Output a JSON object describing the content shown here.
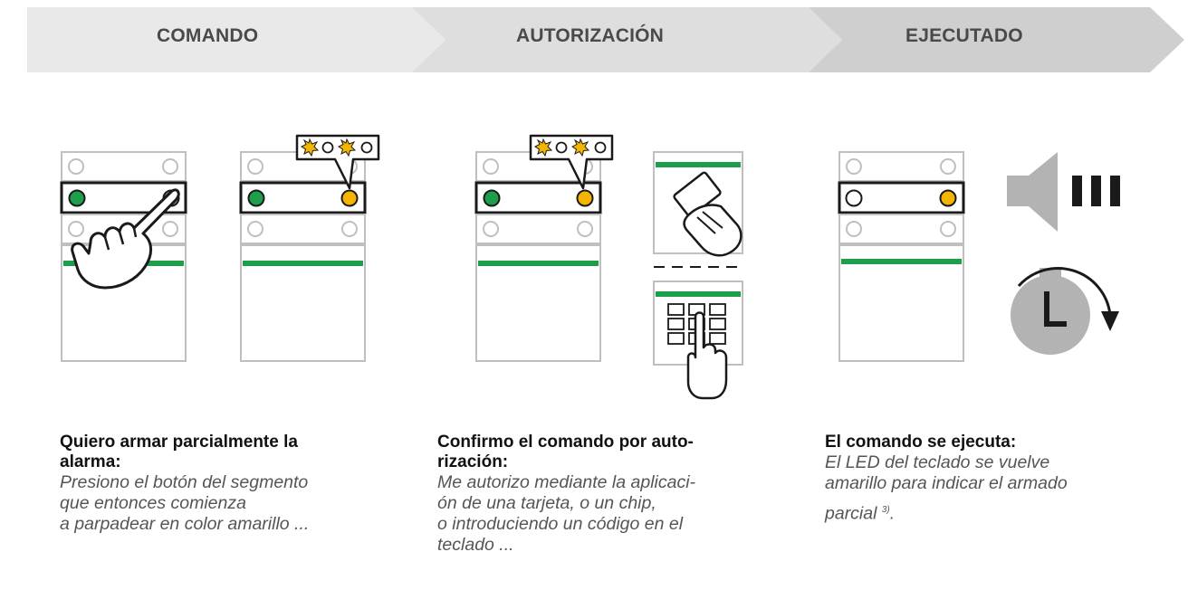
{
  "steps": [
    {
      "label": "COMANDO"
    },
    {
      "label": "AUTORIZACIÓN"
    },
    {
      "label": "EJECUTADO"
    }
  ],
  "colors": {
    "banner_1": "#e9e9e9",
    "banner_2": "#dedede",
    "banner_3": "#cfcfcf",
    "led_green": "#1e9e4a",
    "led_yellow": "#f5b400",
    "status_bar": "#1e9e4a",
    "panel_outline": "#bfbfbf",
    "icon_gray": "#b3b3b3"
  },
  "icons": [
    "finger-press-icon",
    "blinking-led-callout-icon",
    "card-reader-icon",
    "keypad-icon",
    "speaker-icon",
    "stopwatch-icon"
  ],
  "descriptions": [
    {
      "heading": [
        "Quiero armar parcialmente la",
        "alarma:"
      ],
      "body": [
        "Presiono el botón del segmento",
        "que entonces comienza",
        "a parpadear en color amarillo ..."
      ]
    },
    {
      "heading": [
        "Confirmo el comando por auto-",
        "rización:"
      ],
      "body": [
        "Me autorizo mediante la aplicaci-",
        "ón de una tarjeta, o un chip,",
        "o introduciendo un código en el",
        "teclado ..."
      ]
    },
    {
      "heading": [
        "El comando se ejecuta:"
      ],
      "body": [
        "El LED del teclado se vuelve",
        "amarillo para indicar el armado",
        "parcial "
      ],
      "footnote": "3)",
      "body_end": "."
    }
  ]
}
